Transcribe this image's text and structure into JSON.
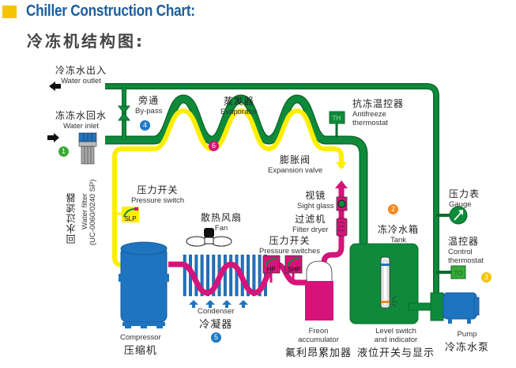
{
  "header": {
    "title_en": "Chiller Construction Chart:",
    "title_cn": "冷冻机结构图:"
  },
  "colors": {
    "water_pipe": "#0e8a3a",
    "refrigerant_low": "#ffee00",
    "refrigerant_high": "#d6137a",
    "compressor": "#1f74c0",
    "accent_square": "#f5c400",
    "title_blue": "#1b5e9c"
  },
  "labels": {
    "water_outlet": {
      "cn": "冷冻水出入",
      "en": "Water outlet"
    },
    "water_inlet": {
      "cn": "冻冻水回水",
      "en": "Water inlet"
    },
    "bypass": {
      "cn": "旁通",
      "en": "By-pass"
    },
    "evaporator": {
      "cn": "蒸发器",
      "en": "Evaporator"
    },
    "antifreeze": {
      "cn": "抗冻温控器",
      "en": "Antifreeze",
      "en2": "thermostat",
      "tag": "TH"
    },
    "expansion_valve": {
      "cn": "膨胀阀",
      "en": "Expansion valve"
    },
    "water_filter": {
      "cn": "回水过滤器",
      "en": "Water filter",
      "model": "(UC-0060/0240 SP)"
    },
    "pressure_switch": {
      "cn": "压力开关",
      "en": "Pressure switch",
      "tag": "SLP"
    },
    "sight_glass": {
      "cn": "视镜",
      "en": "Sight glass"
    },
    "filter_dryer": {
      "cn": "过滤机",
      "en": "Filter dryer"
    },
    "tank": {
      "cn": "冻冷水箱",
      "en": "Tank"
    },
    "gauge": {
      "cn": "压力表",
      "en": "Gauge"
    },
    "control_thermostat": {
      "cn": "温控器",
      "en": "Control",
      "en2": "thermostat",
      "tag": "TO"
    },
    "fan": {
      "cn": "散热风扇",
      "en": "Fan"
    },
    "pressure_switches": {
      "cn": "压力开关",
      "en": "Pressure switches",
      "tag_hp": "HP",
      "tag_shp": "SHP"
    },
    "compressor": {
      "cn": "压缩机",
      "en": "Compressor"
    },
    "condenser": {
      "cn": "冷凝器",
      "en": "Condenser"
    },
    "freon_accumulator": {
      "cn": "氟利昂累加器",
      "en": "Freon",
      "en2": "accumulator"
    },
    "level_switch": {
      "cn": "液位开关与显示",
      "en": "Level switch",
      "en2": "and indicator"
    },
    "pump": {
      "cn": "冷冻水泵",
      "en": "Pump"
    }
  },
  "badges": [
    {
      "num": "1",
      "color": "#3aa935"
    },
    {
      "num": "2",
      "color": "#f08a1c"
    },
    {
      "num": "3",
      "color": "#f5c400"
    },
    {
      "num": "4",
      "color": "#1b7cc4"
    },
    {
      "num": "5",
      "color": "#1b7cc4"
    },
    {
      "num": "6",
      "color": "#d6137a"
    }
  ]
}
